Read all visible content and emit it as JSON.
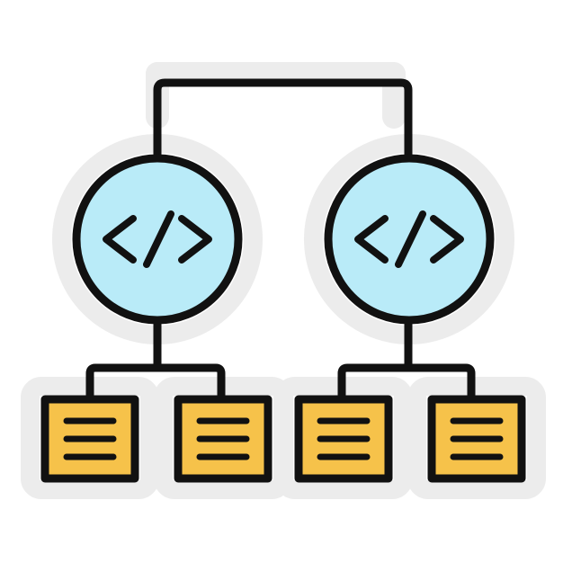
{
  "icon": {
    "name": "code-network-sticker-icon",
    "colors": {
      "background": "#ffffff",
      "sticker_outline": "#ececec",
      "stroke": "#111111",
      "circle_fill": "#b9ebf8",
      "box_fill": "#f6c24a"
    },
    "parts": {
      "code_nodes": [
        "code-circle-left",
        "code-circle-right"
      ],
      "document_boxes": [
        "doc-box-1",
        "doc-box-2",
        "doc-box-3",
        "doc-box-4"
      ]
    }
  }
}
